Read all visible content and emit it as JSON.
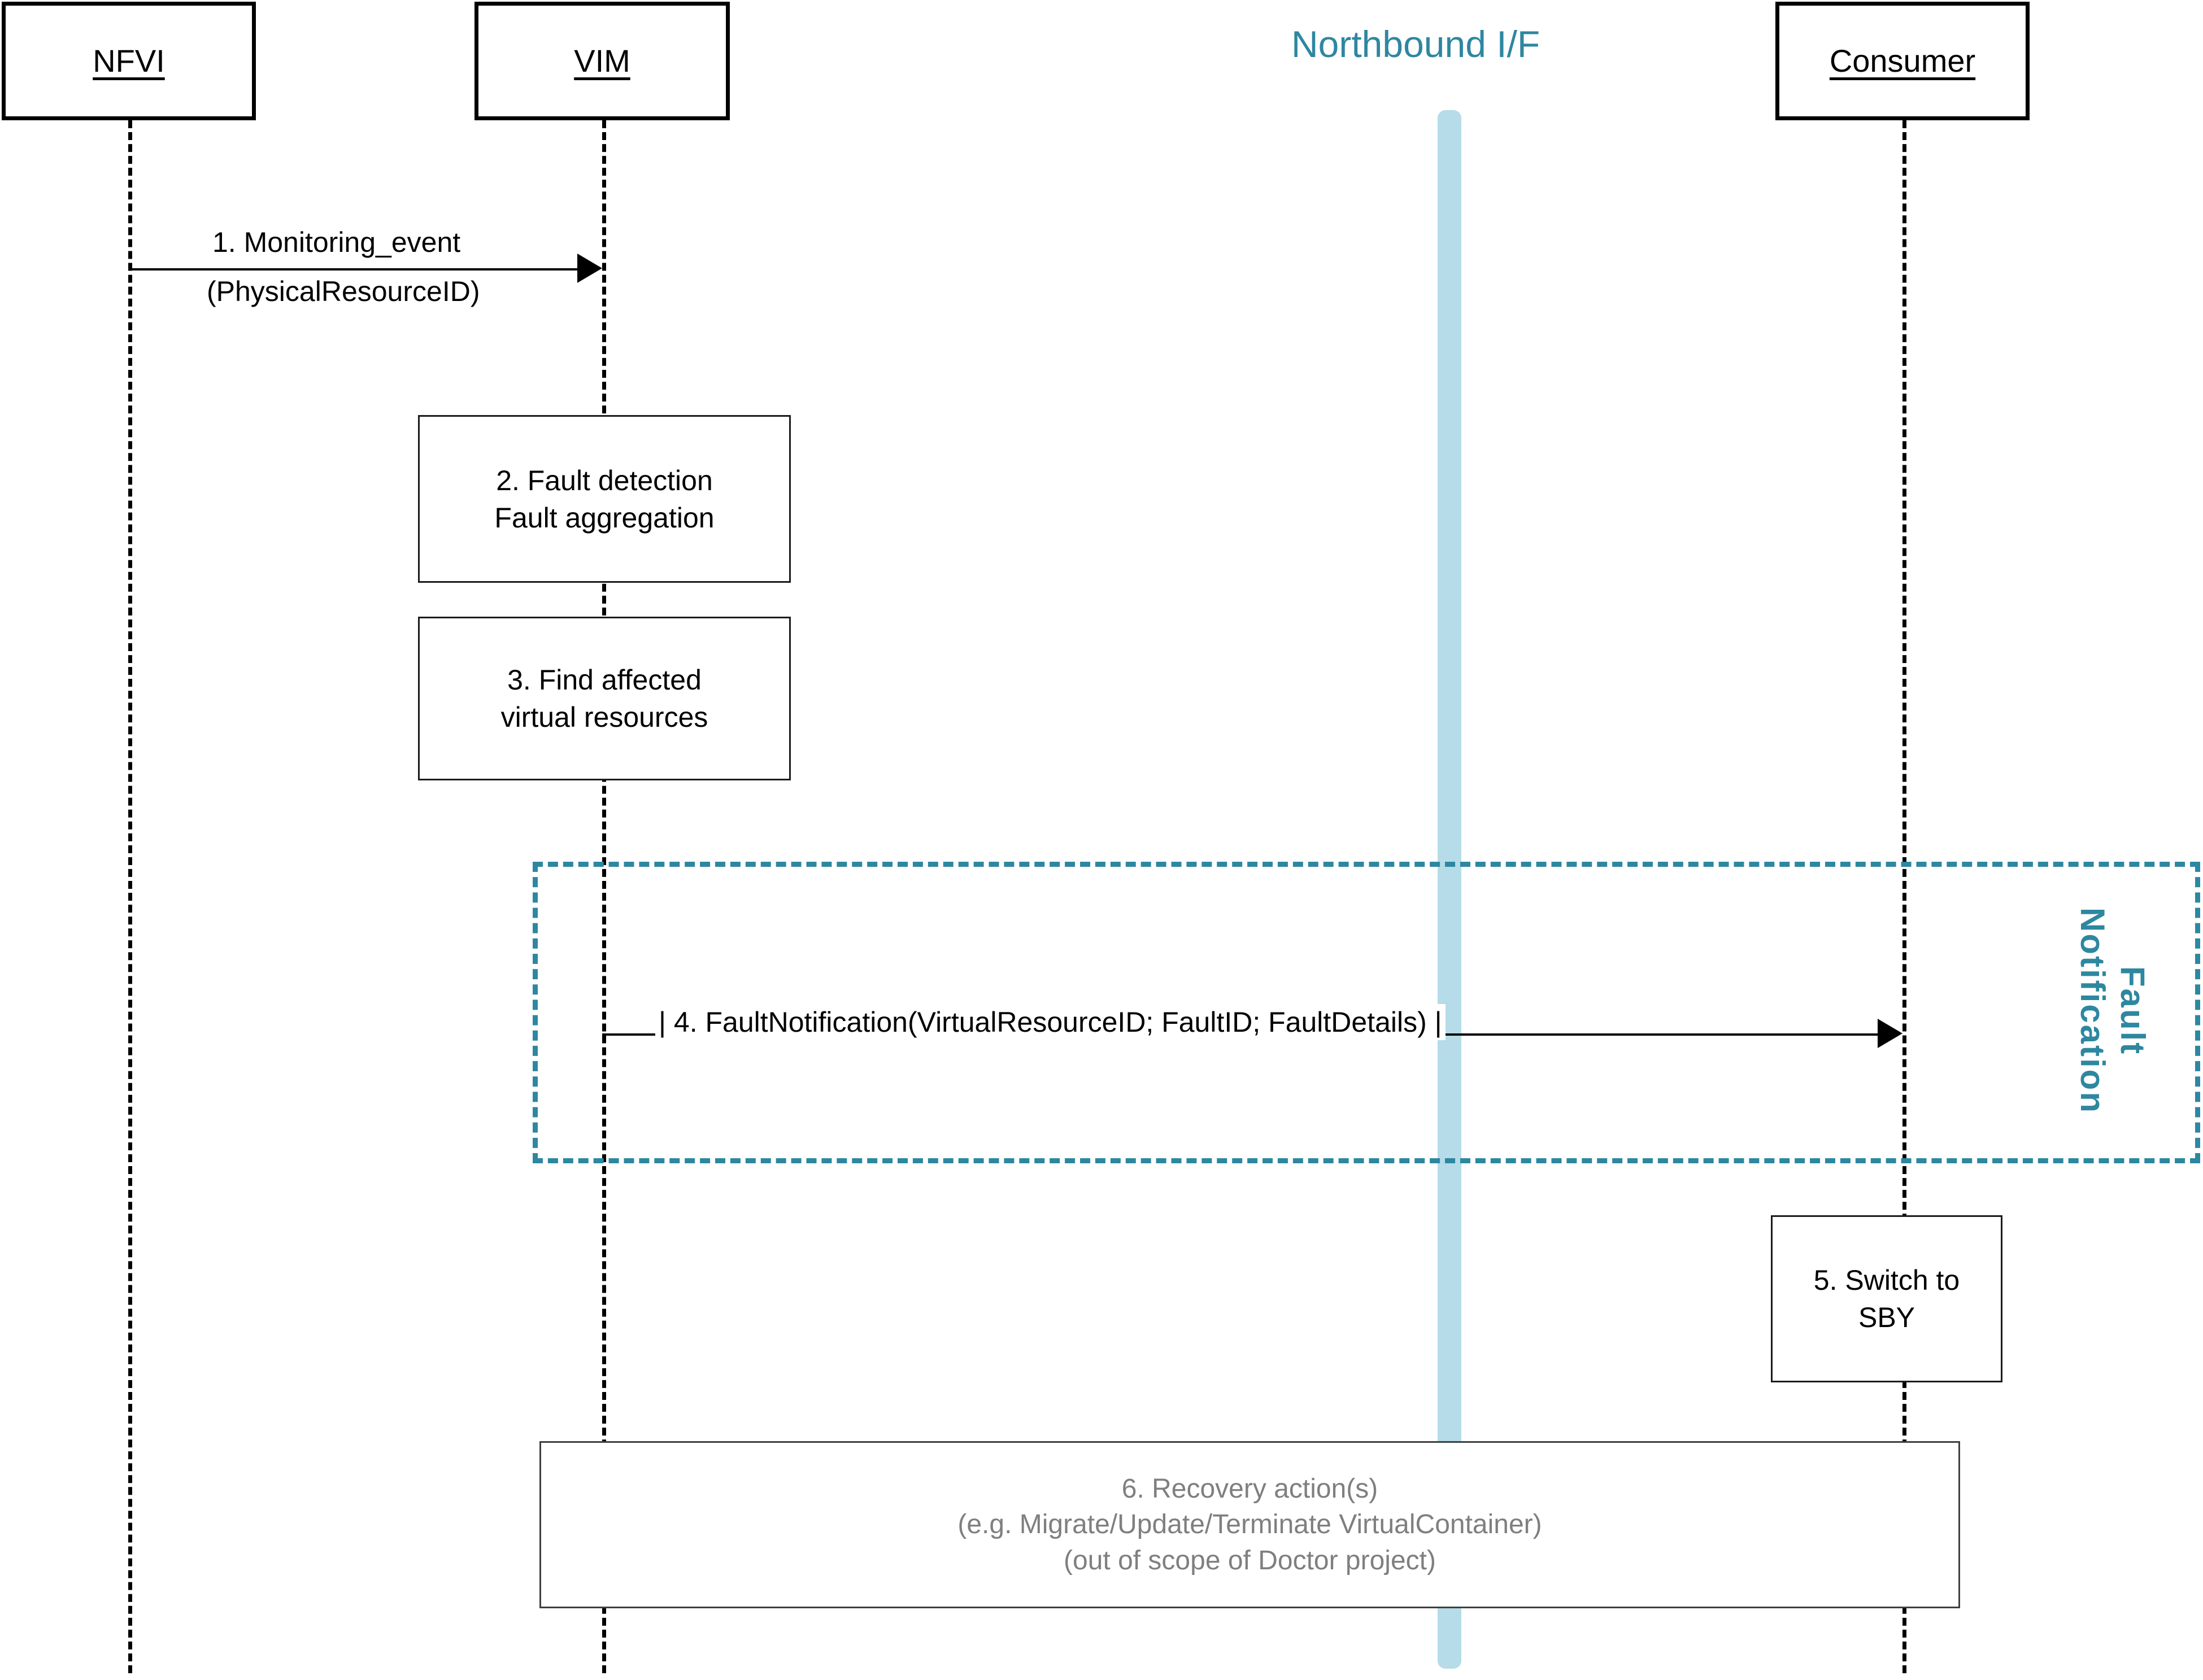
{
  "diagram": {
    "title": "Fault management sequence diagram",
    "colors": {
      "accent_teal": "#2E87A0",
      "northbound_band": "#B5DCE8",
      "stroke_black": "#000000",
      "muted_gray": "#7F7F7F"
    }
  },
  "actors": [
    {
      "id": "nfvi",
      "label": "NFVI"
    },
    {
      "id": "vim",
      "label": "VIM"
    },
    {
      "id": "consumer",
      "label": "Consumer"
    }
  ],
  "northbound": {
    "title": "Northbound I/F"
  },
  "messages": [
    {
      "id": "msg1",
      "number": "1.",
      "line1": "1. Monitoring_event",
      "line2": "(PhysicalResourceID)",
      "from": "NFVI",
      "to": "VIM"
    },
    {
      "id": "msg4",
      "number": "4.",
      "text": "| 4. FaultNotification(VirtualResourceID; FaultID; FaultDetails) |",
      "from": "VIM",
      "to": "Consumer"
    }
  ],
  "activities": [
    {
      "id": "act2",
      "owner": "VIM",
      "line1": "2. Fault detection",
      "line2": "Fault aggregation"
    },
    {
      "id": "act3",
      "owner": "VIM",
      "line1": "3. Find affected",
      "line2": "virtual resources"
    },
    {
      "id": "act5",
      "owner": "Consumer",
      "line1": "5. Switch to",
      "line2": "SBY"
    },
    {
      "id": "act6",
      "owner": "span",
      "line1": "6. Recovery action(s)",
      "line2": "(e.g. Migrate/Update/Terminate VirtualContainer)",
      "line3": "(out of scope of Doctor project)"
    }
  ],
  "fragment": {
    "id": "fault-notification-fragment",
    "label_line1": "Fault",
    "label_line2": "Notification"
  }
}
